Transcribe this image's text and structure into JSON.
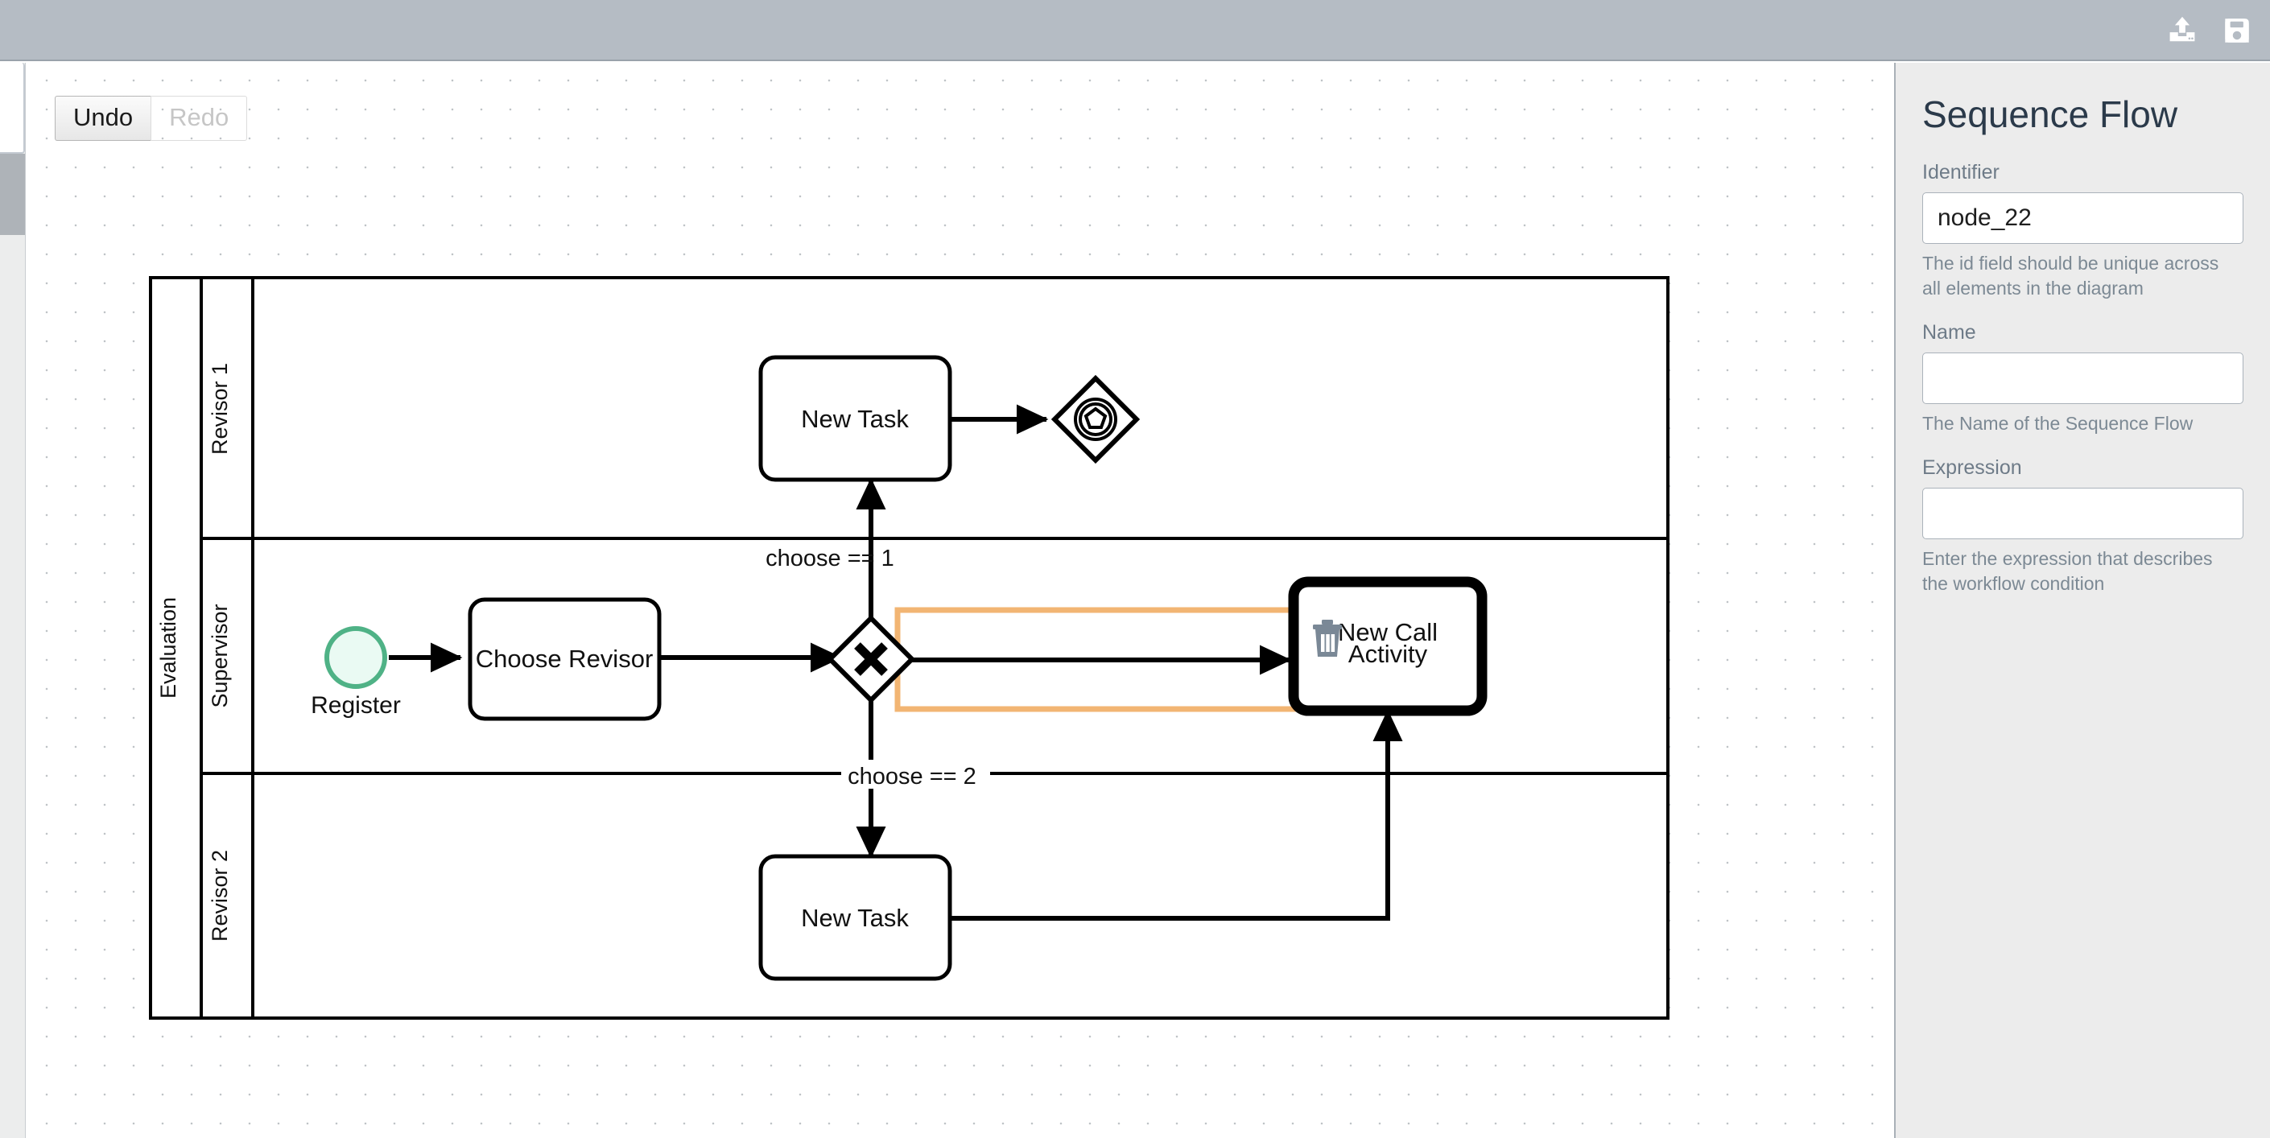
{
  "topbar": {
    "icons": [
      {
        "name": "upload-icon",
        "label": "Import diagram"
      },
      {
        "name": "save-icon",
        "label": "Save diagram"
      }
    ]
  },
  "history": {
    "undo_label": "Undo",
    "redo_label": "Redo",
    "undo_enabled": true,
    "redo_enabled": false
  },
  "properties": {
    "title": "Sequence Flow",
    "identifier": {
      "label": "Identifier",
      "value": "node_22",
      "placeholder": "",
      "hint": "The id field should be unique across all elements in the diagram"
    },
    "name": {
      "label": "Name",
      "value": "",
      "placeholder": "",
      "hint": "The Name of the Sequence Flow"
    },
    "expression": {
      "label": "Expression",
      "value": "",
      "placeholder": "",
      "hint": "Enter the expression that describes the workflow condition"
    }
  },
  "diagram": {
    "pool": {
      "name": "Evaluation"
    },
    "lanes": [
      {
        "id": "lane-revisor-1",
        "name": "Revisor 1"
      },
      {
        "id": "lane-supervisor",
        "name": "Supervisor"
      },
      {
        "id": "lane-revisor-2",
        "name": "Revisor 2"
      }
    ],
    "nodes": [
      {
        "id": "start-register",
        "type": "start-event",
        "label": "Register",
        "lane": "Supervisor"
      },
      {
        "id": "task-choose",
        "type": "task",
        "label": "Choose Revisor",
        "lane": "Supervisor"
      },
      {
        "id": "gateway-exclusive",
        "type": "exclusive-gateway",
        "label": "",
        "lane": "Supervisor"
      },
      {
        "id": "task-new-1",
        "type": "task",
        "label": "New Task",
        "lane": "Revisor 1"
      },
      {
        "id": "gateway-event",
        "type": "event-based-gateway",
        "label": "",
        "lane": "Revisor 1"
      },
      {
        "id": "task-new-2",
        "type": "task",
        "label": "New Task",
        "lane": "Revisor 2"
      },
      {
        "id": "call-activity",
        "type": "call-activity",
        "label": "New Call Activity",
        "lane": "Supervisor"
      }
    ],
    "flows": [
      {
        "id": "flow-1",
        "label": "",
        "selected": false
      },
      {
        "id": "flow-2",
        "label": "",
        "selected": false
      },
      {
        "id": "flow-3",
        "label": "choose == 1",
        "selected": false
      },
      {
        "id": "flow-4",
        "label": "choose == 2",
        "selected": false
      },
      {
        "id": "node_22",
        "label": "",
        "selected": true
      },
      {
        "id": "flow-6",
        "label": "",
        "selected": false
      },
      {
        "id": "flow-7",
        "label": "",
        "selected": false
      }
    ],
    "selection": {
      "flow_id": "node_22",
      "accent_color": "#f2b573",
      "delete_icon": "trash-icon"
    },
    "colors": {
      "start_event_stroke": "#4fb286",
      "start_event_fill": "#eafaf3",
      "stroke": "#000000",
      "canvas_bg": "#ffffff",
      "grid_dot": "#bfc3c7"
    }
  }
}
